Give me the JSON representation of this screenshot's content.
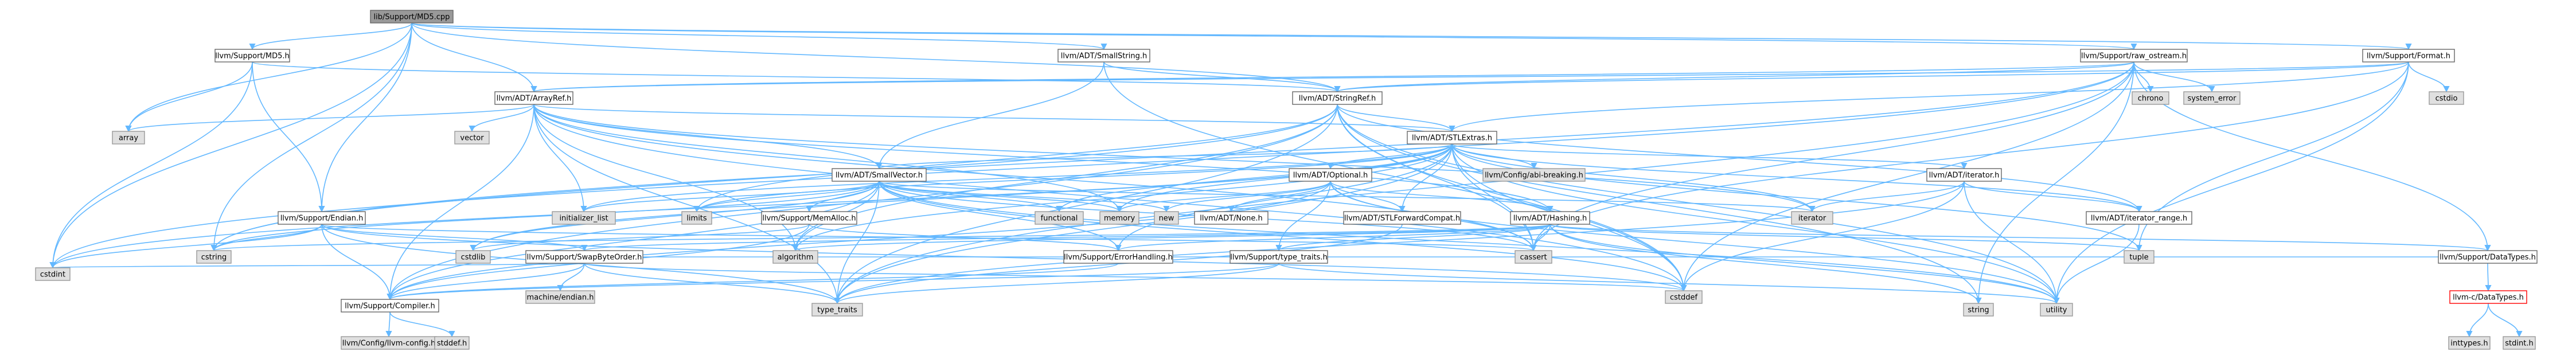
{
  "graph": {
    "colors": {
      "edge": "#63b8ff",
      "root_fill": "#999999",
      "system_fill": "#e0e0e0",
      "internal_fill": "#ffffff",
      "unresolved_border": "#ff0000"
    },
    "nodes": [
      {
        "id": "root",
        "label": "lib/Support/MD5.cpp",
        "kind": "root"
      },
      {
        "id": "md5h",
        "label": "llvm/Support/MD5.h",
        "kind": "internal"
      },
      {
        "id": "smallstring",
        "label": "llvm/ADT/SmallString.h",
        "kind": "internal"
      },
      {
        "id": "raw_ostream",
        "label": "llvm/Support/raw_ostream.h",
        "kind": "internal"
      },
      {
        "id": "format",
        "label": "llvm/Support/Format.h",
        "kind": "internal"
      },
      {
        "id": "arrayref",
        "label": "llvm/ADT/ArrayRef.h",
        "kind": "internal"
      },
      {
        "id": "stringref",
        "label": "llvm/ADT/StringRef.h",
        "kind": "internal"
      },
      {
        "id": "chrono",
        "label": "chrono",
        "kind": "system"
      },
      {
        "id": "system_error",
        "label": "system_error",
        "kind": "system"
      },
      {
        "id": "cstdio",
        "label": "cstdio",
        "kind": "system"
      },
      {
        "id": "array",
        "label": "array",
        "kind": "system"
      },
      {
        "id": "vector",
        "label": "vector",
        "kind": "system"
      },
      {
        "id": "stlextras",
        "label": "llvm/ADT/STLExtras.h",
        "kind": "internal"
      },
      {
        "id": "abibreaking",
        "label": "llvm/Config/abi-breaking.h",
        "kind": "system"
      },
      {
        "id": "smallvector",
        "label": "llvm/ADT/SmallVector.h",
        "kind": "internal"
      },
      {
        "id": "optional",
        "label": "llvm/ADT/Optional.h",
        "kind": "internal"
      },
      {
        "id": "iteratorh",
        "label": "llvm/ADT/iterator.h",
        "kind": "internal"
      },
      {
        "id": "endian",
        "label": "llvm/Support/Endian.h",
        "kind": "internal"
      },
      {
        "id": "memalloc",
        "label": "llvm/Support/MemAlloc.h",
        "kind": "internal"
      },
      {
        "id": "initializer_list",
        "label": "initializer_list",
        "kind": "system"
      },
      {
        "id": "limits",
        "label": "limits",
        "kind": "system"
      },
      {
        "id": "functional",
        "label": "functional",
        "kind": "system"
      },
      {
        "id": "memory",
        "label": "memory",
        "kind": "system"
      },
      {
        "id": "new",
        "label": "new",
        "kind": "system"
      },
      {
        "id": "noneh",
        "label": "llvm/ADT/None.h",
        "kind": "internal"
      },
      {
        "id": "stlforward",
        "label": "llvm/ADT/STLForwardCompat.h",
        "kind": "internal"
      },
      {
        "id": "hashing",
        "label": "llvm/ADT/Hashing.h",
        "kind": "internal"
      },
      {
        "id": "iterator",
        "label": "iterator",
        "kind": "system"
      },
      {
        "id": "iterrange",
        "label": "llvm/ADT/iterator_range.h",
        "kind": "internal"
      },
      {
        "id": "cstring",
        "label": "cstring",
        "kind": "system"
      },
      {
        "id": "cstdint",
        "label": "cstdint",
        "kind": "system"
      },
      {
        "id": "cstdlib",
        "label": "cstdlib",
        "kind": "system"
      },
      {
        "id": "algorithm",
        "label": "algorithm",
        "kind": "system"
      },
      {
        "id": "cassert",
        "label": "cassert",
        "kind": "system"
      },
      {
        "id": "tuple",
        "label": "tuple",
        "kind": "system"
      },
      {
        "id": "swapbyte",
        "label": "llvm/Support/SwapByteOrder.h",
        "kind": "internal"
      },
      {
        "id": "errorhandling",
        "label": "llvm/Support/ErrorHandling.h",
        "kind": "internal"
      },
      {
        "id": "typetraitsllvm",
        "label": "llvm/Support/type_traits.h",
        "kind": "internal"
      },
      {
        "id": "datatypes",
        "label": "llvm/Support/DataTypes.h",
        "kind": "internal"
      },
      {
        "id": "compiler",
        "label": "llvm/Support/Compiler.h",
        "kind": "internal"
      },
      {
        "id": "machineendian",
        "label": "machine/endian.h",
        "kind": "system"
      },
      {
        "id": "type_traits",
        "label": "type_traits",
        "kind": "system"
      },
      {
        "id": "cstddef",
        "label": "cstddef",
        "kind": "system"
      },
      {
        "id": "string",
        "label": "string",
        "kind": "system"
      },
      {
        "id": "utility",
        "label": "utility",
        "kind": "system"
      },
      {
        "id": "cdatatypes",
        "label": "llvm-c/DataTypes.h",
        "kind": "unresolved"
      },
      {
        "id": "llvmconfig",
        "label": "llvm/Config/llvm-config.h",
        "kind": "system"
      },
      {
        "id": "stddefh",
        "label": "stddef.h",
        "kind": "system"
      },
      {
        "id": "inttypes",
        "label": "inttypes.h",
        "kind": "system"
      },
      {
        "id": "stdint",
        "label": "stdint.h",
        "kind": "system"
      }
    ],
    "edges": [
      [
        "root",
        "md5h"
      ],
      [
        "root",
        "smallstring"
      ],
      [
        "root",
        "raw_ostream"
      ],
      [
        "root",
        "format"
      ],
      [
        "root",
        "arrayref"
      ],
      [
        "root",
        "stringref"
      ],
      [
        "root",
        "array"
      ],
      [
        "root",
        "cstdint"
      ],
      [
        "root",
        "cstring"
      ],
      [
        "root",
        "endian"
      ],
      [
        "md5h",
        "array"
      ],
      [
        "md5h",
        "cstdint"
      ],
      [
        "md5h",
        "endian"
      ],
      [
        "md5h",
        "stringref"
      ],
      [
        "smallstring",
        "smallvector"
      ],
      [
        "smallstring",
        "stringref"
      ],
      [
        "smallstring",
        "cstddef"
      ],
      [
        "raw_ostream",
        "arrayref"
      ],
      [
        "raw_ostream",
        "stringref"
      ],
      [
        "raw_ostream",
        "datatypes"
      ],
      [
        "raw_ostream",
        "cassert"
      ],
      [
        "raw_ostream",
        "chrono"
      ],
      [
        "raw_ostream",
        "cstddef"
      ],
      [
        "raw_ostream",
        "cstdint"
      ],
      [
        "raw_ostream",
        "cstring"
      ],
      [
        "raw_ostream",
        "string"
      ],
      [
        "raw_ostream",
        "system_error"
      ],
      [
        "raw_ostream",
        "type_traits"
      ],
      [
        "format",
        "arrayref"
      ],
      [
        "format",
        "stlextras"
      ],
      [
        "format",
        "stringref"
      ],
      [
        "format",
        "cassert"
      ],
      [
        "format",
        "cstdio"
      ],
      [
        "format",
        "tuple"
      ],
      [
        "format",
        "utility"
      ],
      [
        "arrayref",
        "hashing"
      ],
      [
        "arrayref",
        "none"
      ],
      [
        "arrayref",
        "smallvector"
      ],
      [
        "arrayref",
        "stlextras"
      ],
      [
        "arrayref",
        "compiler"
      ],
      [
        "arrayref",
        "algorithm"
      ],
      [
        "arrayref",
        "array"
      ],
      [
        "arrayref",
        "cassert"
      ],
      [
        "arrayref",
        "cstddef"
      ],
      [
        "arrayref",
        "initializer_list"
      ],
      [
        "arrayref",
        "iterator"
      ],
      [
        "arrayref",
        "memory"
      ],
      [
        "arrayref",
        "type_traits"
      ],
      [
        "arrayref",
        "vector"
      ],
      [
        "stringref",
        "stlfunctional"
      ],
      [
        "stringref",
        "stlextras"
      ],
      [
        "stringref",
        "iterrange"
      ],
      [
        "stringref",
        "compiler"
      ],
      [
        "stringref",
        "algorithm"
      ],
      [
        "stringref",
        "cassert"
      ],
      [
        "stringref",
        "cstddef"
      ],
      [
        "stringref",
        "cstring"
      ],
      [
        "stringref",
        "limits"
      ],
      [
        "stringref",
        "string"
      ],
      [
        "stringref",
        "type_traits"
      ],
      [
        "stringref",
        "utility"
      ],
      [
        "stlextras",
        "stlforward"
      ],
      [
        "stlextras",
        "abibreaking"
      ],
      [
        "stlextras",
        "optional"
      ],
      [
        "stlextras",
        "smallvector"
      ],
      [
        "stlextras",
        "iteratorh"
      ],
      [
        "stlextras",
        "iterrange"
      ],
      [
        "stlextras",
        "errorhandling"
      ],
      [
        "stlextras",
        "algorithm"
      ],
      [
        "stlextras",
        "cassert"
      ],
      [
        "stlextras",
        "cstddef"
      ],
      [
        "stlextras",
        "cstdint"
      ],
      [
        "stlextras",
        "cstdlib"
      ],
      [
        "stlextras",
        "functional"
      ],
      [
        "stlextras",
        "initializer_list"
      ],
      [
        "stlextras",
        "iterator"
      ],
      [
        "stlextras",
        "limits"
      ],
      [
        "stlextras",
        "memory"
      ],
      [
        "stlextras",
        "tuple"
      ],
      [
        "stlextras",
        "type_traits"
      ],
      [
        "stlextras",
        "utility"
      ],
      [
        "smallvector",
        "compiler"
      ],
      [
        "smallvector",
        "memalloc"
      ],
      [
        "smallvector",
        "type_traits"
      ],
      [
        "smallvector",
        "algorithm"
      ],
      [
        "smallvector",
        "cassert"
      ],
      [
        "smallvector",
        "cstddef"
      ],
      [
        "smallvector",
        "cstdlib"
      ],
      [
        "smallvector",
        "cstring"
      ],
      [
        "smallvector",
        "functional"
      ],
      [
        "smallvector",
        "initializer_list"
      ],
      [
        "smallvector",
        "iterator"
      ],
      [
        "smallvector",
        "limits"
      ],
      [
        "smallvector",
        "memory"
      ],
      [
        "smallvector",
        "new"
      ],
      [
        "smallvector",
        "utility"
      ],
      [
        "smallvector",
        "errorhandling"
      ],
      [
        "optional",
        "hashing"
      ],
      [
        "optional",
        "noneh"
      ],
      [
        "optional",
        "stlforward"
      ],
      [
        "optional",
        "compiler"
      ],
      [
        "optional",
        "typetraitsllvm"
      ],
      [
        "optional",
        "cassert"
      ],
      [
        "optional",
        "memory"
      ],
      [
        "optional",
        "new"
      ],
      [
        "optional",
        "utility"
      ],
      [
        "iteratorh",
        "iterrange"
      ],
      [
        "iteratorh",
        "cstddef"
      ],
      [
        "iteratorh",
        "iterator"
      ],
      [
        "iteratorh",
        "type_traits"
      ],
      [
        "iteratorh",
        "utility"
      ],
      [
        "endian",
        "compiler"
      ],
      [
        "endian",
        "swapbyte"
      ],
      [
        "endian",
        "cassert"
      ],
      [
        "endian",
        "cstddef"
      ],
      [
        "endian",
        "cstdint"
      ],
      [
        "endian",
        "cstring"
      ],
      [
        "endian",
        "type_traits"
      ],
      [
        "memalloc",
        "compiler"
      ],
      [
        "memalloc",
        "errorhandling"
      ],
      [
        "memalloc",
        "cstdlib"
      ],
      [
        "stlforward",
        "type_traits"
      ],
      [
        "hashing",
        "errorhandling"
      ],
      [
        "hashing",
        "swapbyte"
      ],
      [
        "hashing",
        "typetraitsllvm"
      ],
      [
        "hashing",
        "algorithm"
      ],
      [
        "hashing",
        "cassert"
      ],
      [
        "hashing",
        "cstring"
      ],
      [
        "hashing",
        "string"
      ],
      [
        "hashing",
        "tuple"
      ],
      [
        "hashing",
        "utility"
      ],
      [
        "hashing",
        "datatypes"
      ],
      [
        "iterrange",
        "utility"
      ],
      [
        "swapbyte",
        "compiler"
      ],
      [
        "swapbyte",
        "datatypes"
      ],
      [
        "swapbyte",
        "cstddef"
      ],
      [
        "swapbyte",
        "cstdint"
      ],
      [
        "swapbyte",
        "type_traits"
      ],
      [
        "swapbyte",
        "machineendian"
      ],
      [
        "errorhandling",
        "compiler"
      ],
      [
        "typetraitsllvm",
        "compiler"
      ],
      [
        "typetraitsllvm",
        "type_traits"
      ],
      [
        "typetraitsllvm",
        "utility"
      ],
      [
        "datatypes",
        "cdatatypes"
      ],
      [
        "cdatatypes",
        "inttypes"
      ],
      [
        "cdatatypes",
        "stdint"
      ],
      [
        "compiler",
        "llvmconfig"
      ],
      [
        "compiler",
        "stddefh"
      ]
    ]
  }
}
